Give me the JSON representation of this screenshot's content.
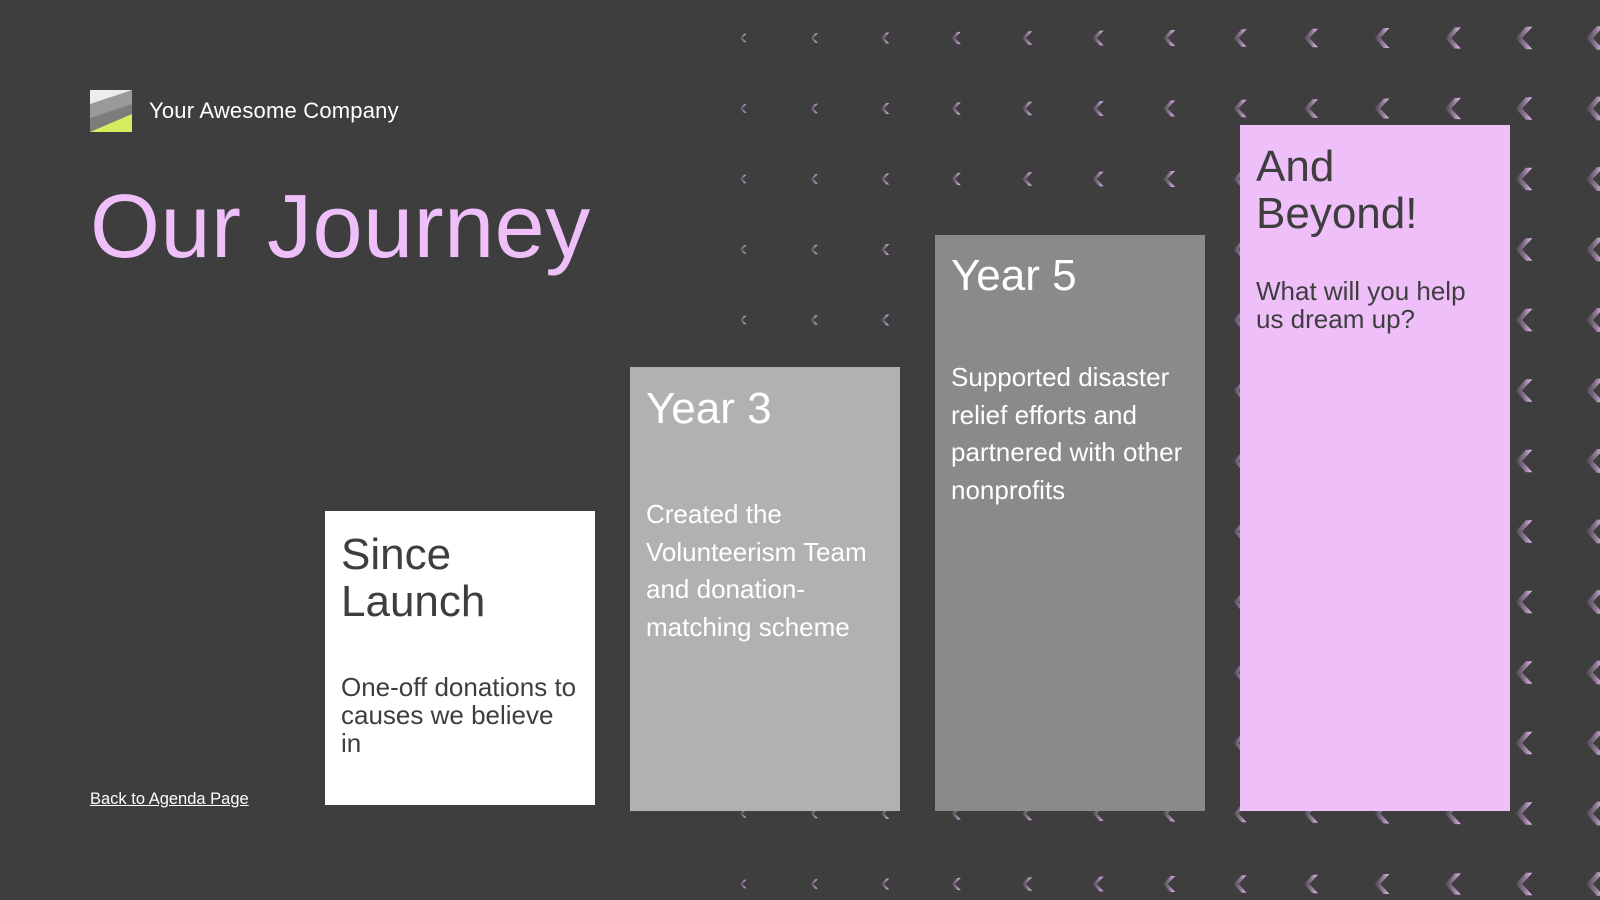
{
  "brand": {
    "company_name": "Your Awesome Company",
    "logo_icon": "company-logo-icon"
  },
  "page": {
    "title": "Our Journey"
  },
  "timeline": {
    "cards": [
      {
        "title": "Since Launch",
        "text": "One-off donations to causes we believe in",
        "background": "#ffffff",
        "text_color": "#3e3e3f"
      },
      {
        "title": "Year 3",
        "text": "Created the Volunteerism Team and donation-matching scheme",
        "background": "#b1b1b1",
        "text_color": "#ffffff"
      },
      {
        "title": "Year 5",
        "text": "Supported disaster relief efforts and partnered with other nonprofits",
        "background": "#8a8a8a",
        "text_color": "#ffffff"
      },
      {
        "title": "And Beyond!",
        "text": "What will you help us dream up?",
        "background": "#efbffa",
        "text_color": "#3e3e3f"
      }
    ]
  },
  "footer": {
    "back_link_label": "Back to Agenda Page"
  },
  "decoration": {
    "pattern_icon": "chevron-left-icon"
  },
  "colors": {
    "background": "#3e3e3f",
    "accent": "#efbffa",
    "logo_lime": "#d4ec5e"
  }
}
